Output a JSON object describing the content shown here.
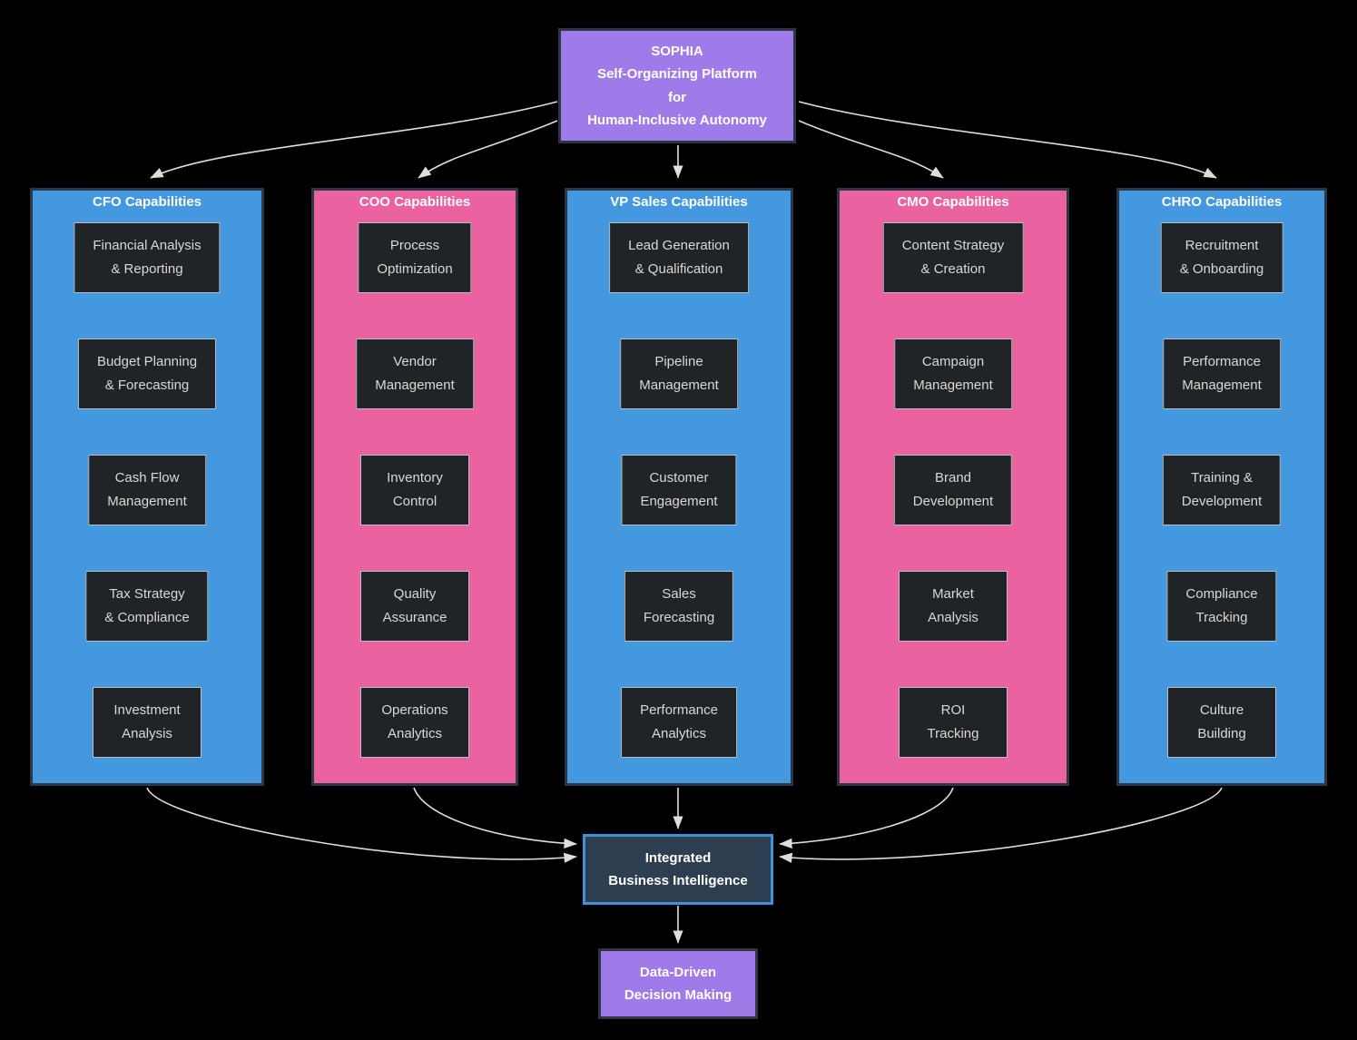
{
  "root": {
    "title": "SOPHIA\nSelf-Organizing Platform\nfor\nHuman-Inclusive Autonomy"
  },
  "columns": [
    {
      "title": "CFO Capabilities",
      "theme": "blue",
      "items": [
        "Financial Analysis\n& Reporting",
        "Budget Planning\n& Forecasting",
        "Cash Flow\nManagement",
        "Tax Strategy\n& Compliance",
        "Investment\nAnalysis"
      ]
    },
    {
      "title": "COO Capabilities",
      "theme": "pink",
      "items": [
        "Process\nOptimization",
        "Vendor\nManagement",
        "Inventory\nControl",
        "Quality\nAssurance",
        "Operations\nAnalytics"
      ]
    },
    {
      "title": "VP Sales Capabilities",
      "theme": "blue",
      "items": [
        "Lead Generation\n& Qualification",
        "Pipeline\nManagement",
        "Customer\nEngagement",
        "Sales\nForecasting",
        "Performance\nAnalytics"
      ]
    },
    {
      "title": "CMO Capabilities",
      "theme": "pink",
      "items": [
        "Content Strategy\n& Creation",
        "Campaign\nManagement",
        "Brand\nDevelopment",
        "Market\nAnalysis",
        "ROI\nTracking"
      ]
    },
    {
      "title": "CHRO Capabilities",
      "theme": "blue",
      "items": [
        "Recruitment\n& Onboarding",
        "Performance\nManagement",
        "Training &\nDevelopment",
        "Compliance\nTracking",
        "Culture\nBuilding"
      ]
    }
  ],
  "integration": {
    "label": "Integrated\nBusiness Intelligence"
  },
  "outcome": {
    "label": "Data-Driven\nDecision Making"
  },
  "edges": [
    {
      "from": "SOPHIA",
      "to": "CFO Capabilities"
    },
    {
      "from": "SOPHIA",
      "to": "COO Capabilities"
    },
    {
      "from": "SOPHIA",
      "to": "VP Sales Capabilities"
    },
    {
      "from": "SOPHIA",
      "to": "CMO Capabilities"
    },
    {
      "from": "SOPHIA",
      "to": "CHRO Capabilities"
    },
    {
      "from": "CFO Capabilities",
      "to": "Integrated Business Intelligence"
    },
    {
      "from": "COO Capabilities",
      "to": "Integrated Business Intelligence"
    },
    {
      "from": "VP Sales Capabilities",
      "to": "Integrated Business Intelligence"
    },
    {
      "from": "CMO Capabilities",
      "to": "Integrated Business Intelligence"
    },
    {
      "from": "CHRO Capabilities",
      "to": "Integrated Business Intelligence"
    },
    {
      "from": "Integrated Business Intelligence",
      "to": "Data-Driven Decision Making"
    }
  ],
  "colors": {
    "bg": "#000000",
    "blue": "#4498DF",
    "pink": "#EA63A0",
    "purple": "#9E7BE9",
    "frame": "#2B3744",
    "node-dark": "#212427",
    "node-border": "#B9BFC6",
    "node-text": "#D8D8D8",
    "navy": "#2D3E50",
    "bi-border": "#3E92DC",
    "arrow": "#DEDEDE",
    "title-text": "#FFFFFF"
  }
}
